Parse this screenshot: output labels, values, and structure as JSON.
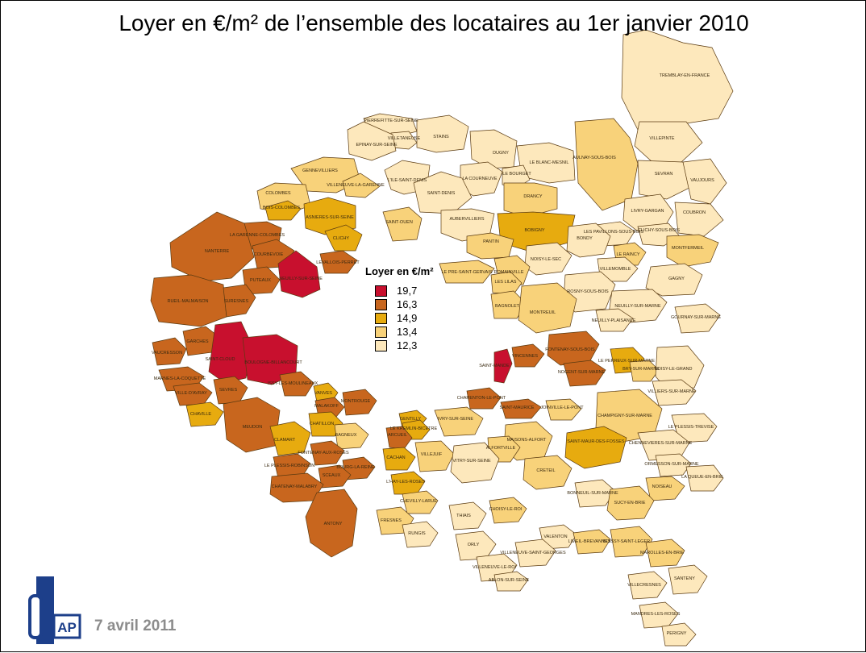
{
  "title": "Loyer en €/m² de l’ensemble des locataires au 1er janvier 2010",
  "date": "7 avril 2011",
  "logo": {
    "text": "AP",
    "icon": "apur-logo"
  },
  "legend": {
    "title": "Loyer en €/m²",
    "items": [
      {
        "label": "19,7",
        "color": "#c8102e"
      },
      {
        "label": "16,3",
        "color": "#c8661e"
      },
      {
        "label": "14,9",
        "color": "#e7ab0f"
      },
      {
        "label": "13,4",
        "color": "#f8d27a"
      },
      {
        "label": "12,3",
        "color": "#fde8bc"
      }
    ]
  },
  "map": {
    "outline_color": "#5a3a10",
    "communes": [
      {
        "name": "TREMBLAY-EN-FRANCE",
        "class": 4
      },
      {
        "name": "PIERREFITTE-SUR-SEINE",
        "class": 4
      },
      {
        "name": "VILLETANEUSE",
        "class": 4
      },
      {
        "name": "STAINS",
        "class": 4
      },
      {
        "name": "EPINAY-SUR-SEINE",
        "class": 4
      },
      {
        "name": "DUGNY",
        "class": 4
      },
      {
        "name": "VILLEPINTE",
        "class": 4
      },
      {
        "name": "LE BLANC-MESNIL",
        "class": 4
      },
      {
        "name": "AULNAY-SOUS-BOIS",
        "class": 3
      },
      {
        "name": "GENNEVILLIERS",
        "class": 3
      },
      {
        "name": "L'ILE-SAINT-DENIS",
        "class": 4
      },
      {
        "name": "LA COURNEUVE",
        "class": 4
      },
      {
        "name": "LE BOURGET",
        "class": 4
      },
      {
        "name": "SEVRAN",
        "class": 4
      },
      {
        "name": "VAUJOURS",
        "class": 4
      },
      {
        "name": "VILLENEUVE-LA-GARENNE",
        "class": 3
      },
      {
        "name": "COLOMBES",
        "class": 3
      },
      {
        "name": "SAINT-DENIS",
        "class": 4
      },
      {
        "name": "DRANCY",
        "class": 3
      },
      {
        "name": "BOIS-COLOMBES",
        "class": 2
      },
      {
        "name": "ASNIERES-SUR-SEINE",
        "class": 2
      },
      {
        "name": "AUBERVILLIERS",
        "class": 4
      },
      {
        "name": "SAINT-OUEN",
        "class": 3
      },
      {
        "name": "LIVRY-GARGAN",
        "class": 4
      },
      {
        "name": "COUBRON",
        "class": 4
      },
      {
        "name": "LA GARENNE-COLOMBES",
        "class": 1
      },
      {
        "name": "BOBIGNY",
        "class": 2
      },
      {
        "name": "LES PAVILLONS-SOUS-BOIS",
        "class": 4
      },
      {
        "name": "CLICHY-SOUS-BOIS",
        "class": 4
      },
      {
        "name": "CLICHY",
        "class": 2
      },
      {
        "name": "PANTIN",
        "class": 3
      },
      {
        "name": "BONDY",
        "class": 4
      },
      {
        "name": "MONTFERMEIL",
        "class": 3
      },
      {
        "name": "NANTERRE",
        "class": 1
      },
      {
        "name": "COURBEVOIE",
        "class": 1
      },
      {
        "name": "LEVALLOIS-PERRET",
        "class": 1
      },
      {
        "name": "LE RAINCY",
        "class": 3
      },
      {
        "name": "NOISY-LE-SEC",
        "class": 4
      },
      {
        "name": "VILLEMOMBLE",
        "class": 4
      },
      {
        "name": "NEUILLY-SUR-SEINE",
        "class": 0
      },
      {
        "name": "PUTEAUX",
        "class": 1
      },
      {
        "name": "LE PRE-SAINT-GERVAIS",
        "class": 3
      },
      {
        "name": "ROMAINVILLE",
        "class": 3
      },
      {
        "name": "LES LILAS",
        "class": 3
      },
      {
        "name": "GAGNY",
        "class": 4
      },
      {
        "name": "RUEIL-MALMAISON",
        "class": 1
      },
      {
        "name": "SURESNES",
        "class": 1
      },
      {
        "name": "ROSNY-SOUS-BOIS",
        "class": 4
      },
      {
        "name": "BAGNOLET",
        "class": 3
      },
      {
        "name": "MONTREUIL",
        "class": 3
      },
      {
        "name": "NEUILLY-SUR-MARNE",
        "class": 4
      },
      {
        "name": "NEUILLY-PLAISANCE",
        "class": 4
      },
      {
        "name": "GOURNAY-SUR-MARNE",
        "class": 4
      },
      {
        "name": "GARCHES",
        "class": 1
      },
      {
        "name": "VAUCRESSON",
        "class": 1
      },
      {
        "name": "SAINT-CLOUD",
        "class": 0
      },
      {
        "name": "BOULOGNE-BILLANCOURT",
        "class": 0
      },
      {
        "name": "VINCENNES",
        "class": 1
      },
      {
        "name": "SAINT-MANDE",
        "class": 0
      },
      {
        "name": "FONTENAY-SOUS-BOIS",
        "class": 1
      },
      {
        "name": "LE PERREUX-SUR-MARNE",
        "class": 2
      },
      {
        "name": "BRY-SUR-MARNE",
        "class": 3
      },
      {
        "name": "NOISY-LE-GRAND",
        "class": 4
      },
      {
        "name": "NOGENT-SUR-MARNE",
        "class": 1
      },
      {
        "name": "MARNES-LA-COQUETTE",
        "class": 1
      },
      {
        "name": "VILLE-D'AVRAY",
        "class": 1
      },
      {
        "name": "SEVRES",
        "class": 1
      },
      {
        "name": "ISSY-LES-MOULINEAUX",
        "class": 1
      },
      {
        "name": "VANVES",
        "class": 2
      },
      {
        "name": "MALAKOFF",
        "class": 1
      },
      {
        "name": "MONTROUGE",
        "class": 1
      },
      {
        "name": "VILLIERS-SUR-MARNE",
        "class": 4
      },
      {
        "name": "CHAVILLE",
        "class": 2
      },
      {
        "name": "MEUDON",
        "class": 1
      },
      {
        "name": "CHATILLON",
        "class": 2
      },
      {
        "name": "BAGNEUX",
        "class": 3
      },
      {
        "name": "CHARENTON-LE-PONT",
        "class": 1
      },
      {
        "name": "SAINT-MAURICE",
        "class": 1
      },
      {
        "name": "JOINVILLE-LE-PONT",
        "class": 3
      },
      {
        "name": "CHAMPIGNY-SUR-MARNE",
        "class": 3
      },
      {
        "name": "LE PLESSIS-TREVISE",
        "class": 4
      },
      {
        "name": "GENTILLY",
        "class": 2
      },
      {
        "name": "IVRY-SUR-SEINE",
        "class": 3
      },
      {
        "name": "LE KREMLIN-BICETRE",
        "class": 2
      },
      {
        "name": "ARCUEIL",
        "class": 1
      },
      {
        "name": "MAISONS-ALFORT",
        "class": 3
      },
      {
        "name": "ALFORTVILLE",
        "class": 3
      },
      {
        "name": "SAINT-MAUR-DES-FOSSES",
        "class": 2
      },
      {
        "name": "CHENNEVIERES-SUR-MARNE",
        "class": 4
      },
      {
        "name": "CLAMART",
        "class": 2
      },
      {
        "name": "FONTENAY-AUX-ROSES",
        "class": 1
      },
      {
        "name": "CACHAN",
        "class": 2
      },
      {
        "name": "VILLEJUIF",
        "class": 3
      },
      {
        "name": "VITRY-SUR-SEINE",
        "class": 4
      },
      {
        "name": "CRETEIL",
        "class": 3
      },
      {
        "name": "ORMESSON-SUR-MARNE",
        "class": 4
      },
      {
        "name": "LA QUEUE-EN-BRIE",
        "class": 4
      },
      {
        "name": "LE PLESSIS-ROBINSON",
        "class": 1
      },
      {
        "name": "BOURG-LA-REINE",
        "class": 1
      },
      {
        "name": "SCEAUX",
        "class": 1
      },
      {
        "name": "CHATENAY-MALABRY",
        "class": 1
      },
      {
        "name": "L'HAY-LES-ROSES",
        "class": 2
      },
      {
        "name": "NOISEAU",
        "class": 3
      },
      {
        "name": "BONNEUIL-SUR-MARNE",
        "class": 4
      },
      {
        "name": "CHEVILLY-LARUE",
        "class": 3
      },
      {
        "name": "SUCY-EN-BRIE",
        "class": 3
      },
      {
        "name": "THIAIS",
        "class": 4
      },
      {
        "name": "CHOISY-LE-ROI",
        "class": 3
      },
      {
        "name": "ANTONY",
        "class": 1
      },
      {
        "name": "FRESNES",
        "class": 3
      },
      {
        "name": "RUNGIS",
        "class": 4
      },
      {
        "name": "VALENTON",
        "class": 4
      },
      {
        "name": "LIMEIL-BREVANNES",
        "class": 3
      },
      {
        "name": "BOISSY-SAINT-LEGER",
        "class": 3
      },
      {
        "name": "ORLY",
        "class": 4
      },
      {
        "name": "VILLENEUVE-SAINT-GEORGES",
        "class": 4
      },
      {
        "name": "MAROLLES-EN-BRIE",
        "class": 3
      },
      {
        "name": "VILLENEUVE-LE-ROI",
        "class": 4
      },
      {
        "name": "ABLON-SUR-SEINE",
        "class": 4
      },
      {
        "name": "SANTENY",
        "class": 4
      },
      {
        "name": "VILLECRESNES",
        "class": 4
      },
      {
        "name": "MANDRES-LES-ROSES",
        "class": 4
      },
      {
        "name": "PERIGNY",
        "class": 4
      }
    ]
  }
}
